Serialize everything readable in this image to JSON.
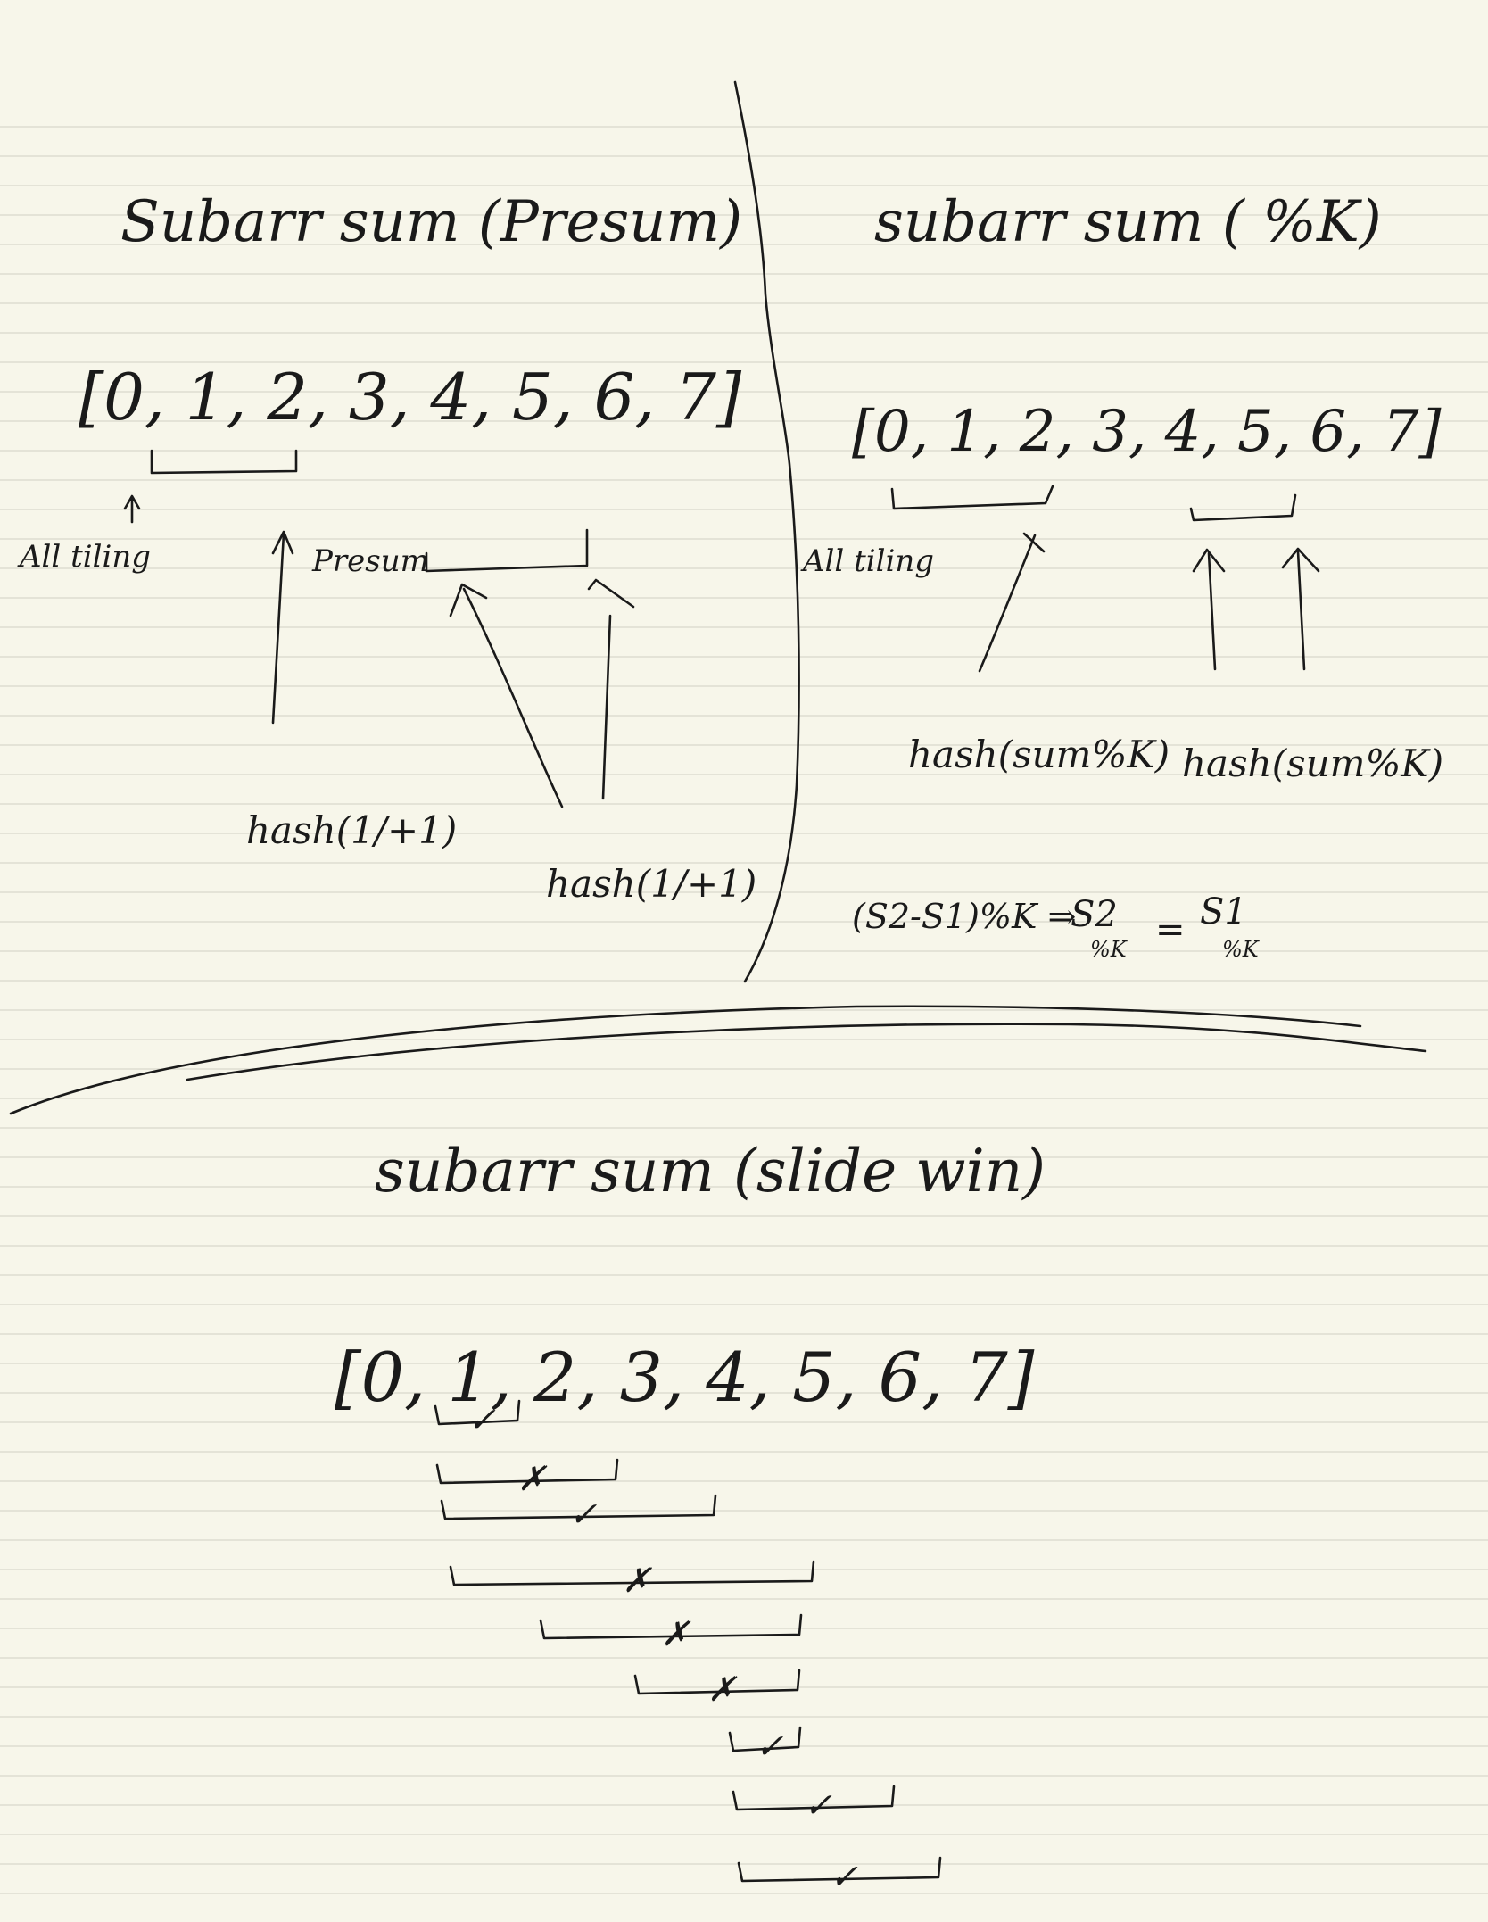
{
  "page": {
    "background": "#f7f6ea",
    "ruling_color": "#d9d8cc",
    "ink_color": "#1a1a1a"
  },
  "left_section": {
    "title": "Subarr sum (Presum)",
    "array": "[0, 1, 2, 3, 4, 5, 6, 7]",
    "label_all": "All tiling",
    "label_presum": "Presum",
    "hash1": "hash(1/+1)",
    "hash2": "hash(1/+1)"
  },
  "right_section": {
    "title": "subarr sum ( %K)",
    "array": "[0, 1, 2, 3, 4, 5, 6, 7]",
    "label_all": "All tiling",
    "hash1": "hash(sum%K)",
    "hash2": "hash(sum%K)",
    "formula_left": "(S2-S1)%K ⇒",
    "formula_s2": "S2",
    "formula_s2_mod": "%K",
    "formula_eq": "=",
    "formula_s1": "S1",
    "formula_s1_mod": "%K"
  },
  "bottom_section": {
    "title": "subarr sum (slide win)",
    "array": "[0, 1, 2, 3, 4, 5, 6, 7]",
    "windows": [
      {
        "mark": "✓"
      },
      {
        "mark": "✗"
      },
      {
        "mark": "✓"
      },
      {
        "mark": "✗"
      },
      {
        "mark": "✗"
      },
      {
        "mark": "✗"
      },
      {
        "mark": "✓"
      },
      {
        "mark": "✓"
      },
      {
        "mark": "✓"
      }
    ]
  }
}
